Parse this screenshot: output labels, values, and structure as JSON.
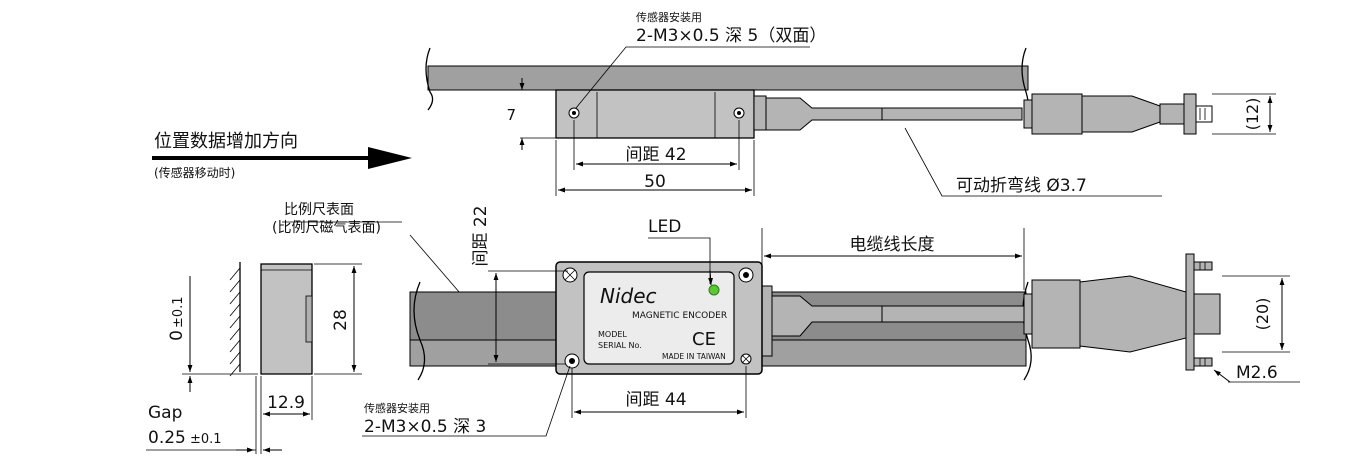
{
  "top_view": {
    "hole_note_small": "传感器安装用",
    "hole_note": "2-M3×0.5 深 5（双面）",
    "dim_height": "7",
    "dim_pitch": "间距 42",
    "dim_width": "50",
    "cable_note": "可动折弯线 Ø3.7",
    "connector_dim": "(12)"
  },
  "direction": {
    "label": "位置数据增加方向",
    "sub_label": "(传感器移动时)"
  },
  "side_view": {
    "scale_surface": "比例尺表面",
    "scale_magnetic_surface": "(比例尺磁气表面)",
    "dim_height": "28",
    "dim_offset": "0",
    "dim_offset_tol": "±0.1",
    "dim_thickness": "12.9",
    "gap_label": "Gap",
    "gap_value": "0.25",
    "gap_tol": "±0.1"
  },
  "front_view": {
    "dim_pitch_vertical": "间距 22",
    "led_label": "LED",
    "cable_length": "电缆线长度",
    "brand": "Nidec",
    "product": "MAGNETIC ENCODER",
    "model": "MODEL",
    "serial": "SERIAL No.",
    "ce": "CE",
    "made_in": "MADE IN TAIWAN",
    "dim_pitch": "间距 44",
    "hole_note_small": "传感器安装用",
    "hole_note": "2-M3×0.5 深 3",
    "connector_dim": "(20)",
    "screw_note": "M2.6"
  },
  "colors": {
    "scale": "#a0a0a0",
    "scale_dark": "#8c8c8c",
    "sensor": "#c2c2c2",
    "label": "#ececec",
    "cable": "#b4b4b4",
    "led": "#5ac832",
    "arrow": "#000000"
  }
}
